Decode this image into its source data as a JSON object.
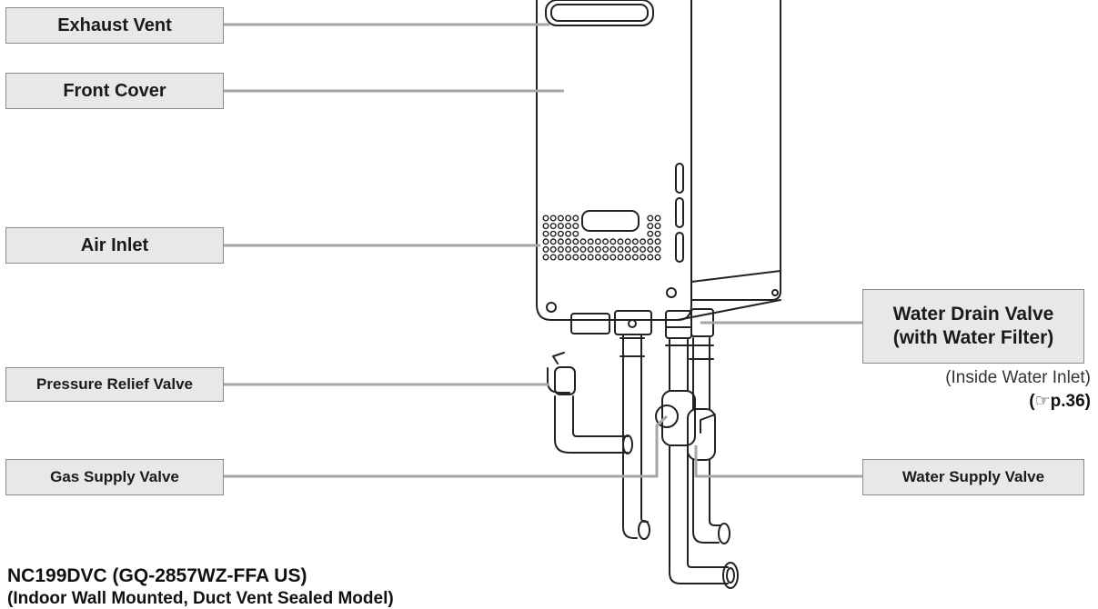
{
  "labels": {
    "exhaust_vent": "Exhaust Vent",
    "front_cover": "Front Cover",
    "air_inlet": "Air Inlet",
    "pressure_relief_valve": "Pressure Relief Valve",
    "gas_supply_valve": "Gas Supply Valve",
    "water_drain_valve_line1": "Water Drain Valve",
    "water_drain_valve_line2": "(with Water Filter)",
    "water_supply_valve": "Water Supply Valve"
  },
  "notes": {
    "inside_water_inlet": "(Inside Water Inlet)",
    "page_ref_open": "(",
    "page_ref_icon": "☞",
    "page_ref": "p.36)"
  },
  "model": {
    "title": "NC199DVC (GQ-2857WZ-FFA US)",
    "subtitle": "(Indoor Wall Mounted, Duct Vent Sealed Model)"
  },
  "colors": {
    "box_fill": "#e8e8e8",
    "box_border": "#8a8a8a",
    "leader_line": "#a6a6a6",
    "drawing_stroke": "#222222"
  }
}
